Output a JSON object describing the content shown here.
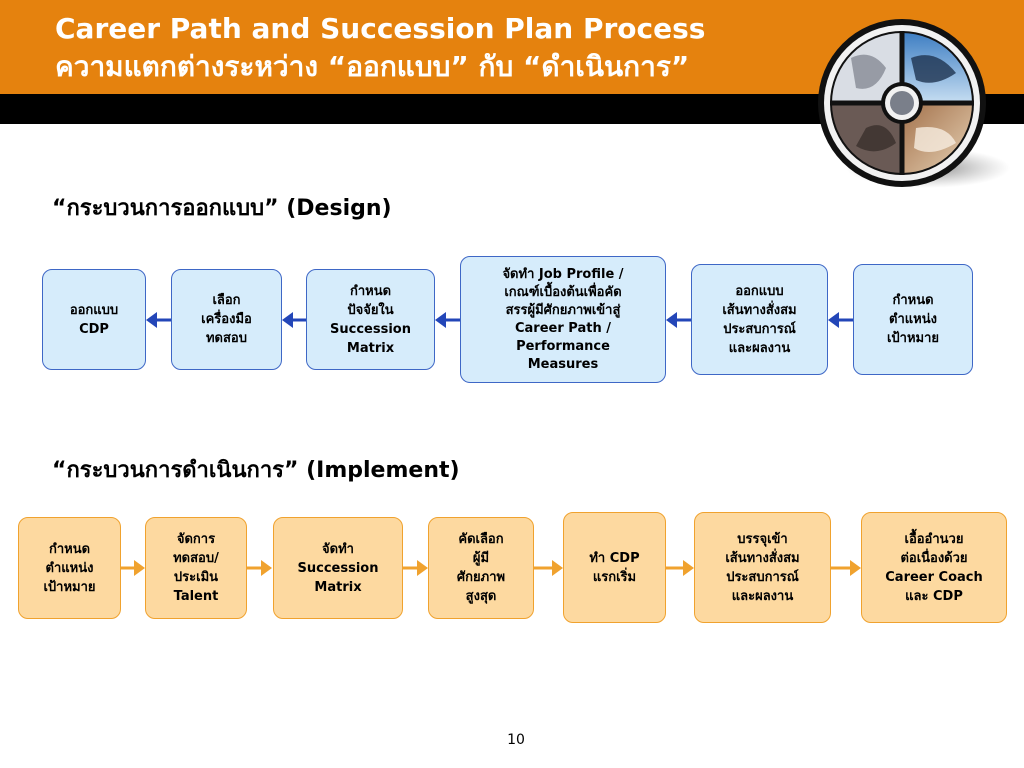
{
  "header": {
    "title_line1": "Career Path and Succession Plan Process",
    "title_line2": "ความแตกต่างระหว่าง “ออกแบบ” กับ “ดำเนินการ”"
  },
  "design": {
    "heading": "“กระบวนการออกแบบ” (Design)",
    "boxes": [
      "ออกแบบ\nCDP",
      "เลือก\nเครื่องมือ\nทดสอบ",
      "กำหนด\nปัจจัยใน\nSuccession\nMatrix",
      "จัดทำ Job Profile /\nเกณฑ์เบื้องต้นเพื่อคัด\nสรรผู้มีศักยภาพเข้าสู่\nCareer Path /\nPerformance\nMeasures",
      "ออกแบบ\nเส้นทางสั่งสม\nประสบการณ์\nและผลงาน",
      "กำหนด\nตำแหน่ง\nเป้าหมาย"
    ]
  },
  "implement": {
    "heading": "“กระบวนการดำเนินการ” (Implement)",
    "boxes": [
      "กำหนด\nตำแหน่ง\nเป้าหมาย",
      "จัดการ\nทดสอบ/\nประเมิน\nTalent",
      "จัดทำ\nSuccession\nMatrix",
      "คัดเลือก\nผู้มี\nศักยภาพ\nสูงสุด",
      "ทำ CDP\nแรกเริ่ม",
      "บรรจุเข้า\nเส้นทางสั่งสม\nประสบการณ์\nและผลงาน",
      "เอื้ออำนวย\nต่อเนื่องด้วย\nCareer Coach\nและ CDP"
    ]
  },
  "footer": {
    "page_number": "10"
  },
  "colors": {
    "header_orange": "#e5820e",
    "design_fill": "#d6ecfb",
    "design_border": "#3e67c6",
    "implement_fill": "#fdd9a0",
    "implement_border": "#f0a22e",
    "arrow_blue": "#2346b8",
    "arrow_orange": "#f0a22e"
  }
}
